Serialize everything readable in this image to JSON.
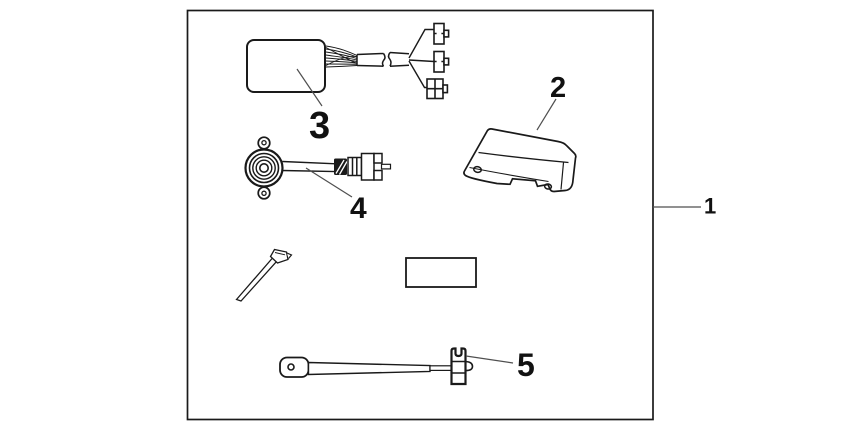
{
  "figure": {
    "kind": "exploded-parts-kit-diagram",
    "background_color": "#ffffff",
    "line_color": "#1a1a1a",
    "leader_line_color": "#4f4f4f",
    "text_color": "#111111"
  },
  "callouts": [
    {
      "number": "1",
      "part": "kit-carton-outline"
    },
    {
      "number": "2",
      "part": "mounting-bracket"
    },
    {
      "number": "3",
      "part": "control-unit-with-wire-harness"
    },
    {
      "number": "4",
      "part": "siren-with-connector"
    },
    {
      "number": "5",
      "part": "emergency-key-with-clip"
    }
  ],
  "unlabeled_parts": [
    "cable-tie",
    "blank-label-rectangle"
  ]
}
